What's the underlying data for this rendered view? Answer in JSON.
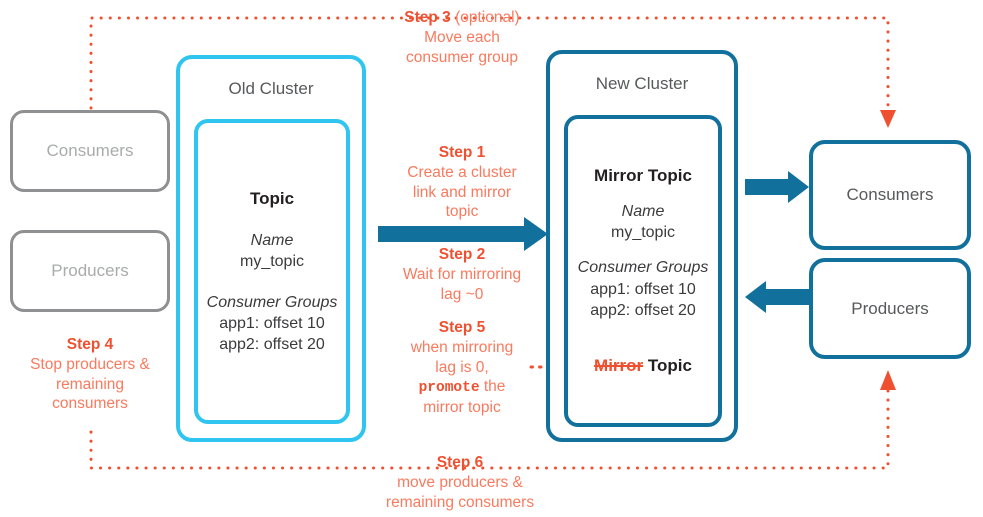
{
  "diagram": {
    "title": "Cluster Linking Topic Migration",
    "colors": {
      "orange_bold": "#ef5130",
      "orange_body": "#f97a5e",
      "cyan": "#30c4f0",
      "blue": "#12719c",
      "grey": "#8e9091",
      "grey_text": "#a9abac",
      "dark_text": "#231f20"
    }
  },
  "left_side": {
    "consumers_label": "Consumers",
    "producers_label": "Producers"
  },
  "old_cluster": {
    "title": "Old Cluster",
    "topic": {
      "heading": "Topic",
      "name_label": "Name",
      "name_value": "my_topic",
      "groups_label": "Consumer Groups",
      "groups": [
        "app1: offset 10",
        "app2: offset 20"
      ]
    }
  },
  "new_cluster": {
    "title": "New Cluster",
    "topic": {
      "heading": "Mirror Topic",
      "name_label": "Name",
      "name_value": "my_topic",
      "groups_label": "Consumer Groups",
      "groups": [
        "app1: offset 10",
        "app2: offset 20"
      ],
      "promoted_strike": "Mirror",
      "promoted_rest": "Topic"
    }
  },
  "right_side": {
    "consumers_label": "Consumers",
    "producers_label": "Producers"
  },
  "steps": {
    "step1": {
      "title": "Step 1",
      "lines": [
        "Create a cluster",
        "link and mirror",
        "topic"
      ]
    },
    "step2": {
      "title": "Step 2",
      "lines": [
        "Wait for mirroring",
        "lag ~0"
      ]
    },
    "step3": {
      "title": "Step 3",
      "title_extra": " (optional)",
      "lines": [
        "Move each",
        "consumer group"
      ]
    },
    "step4": {
      "title": "Step 4",
      "lines": [
        "Stop producers &",
        "remaining",
        "consumers"
      ]
    },
    "step5": {
      "title": "Step 5",
      "lines_before": [
        "when mirroring",
        "lag is 0,"
      ],
      "mono_word": "promote",
      "after_mono": " the",
      "lines_after": [
        "mirror topic"
      ]
    },
    "step6": {
      "title": "Step 6",
      "lines": [
        "move producers &",
        "remaining consumers"
      ]
    }
  }
}
